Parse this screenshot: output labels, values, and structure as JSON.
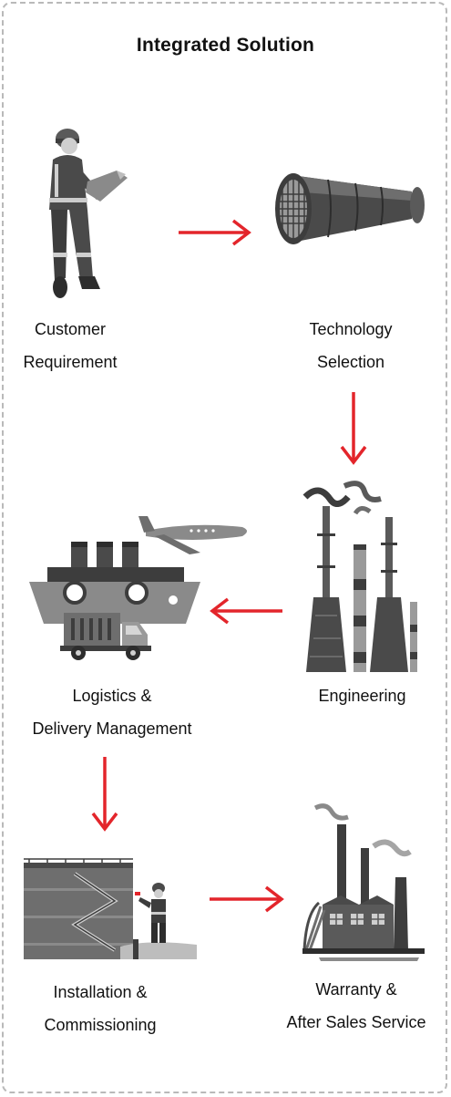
{
  "title": "Integrated Solution",
  "steps": [
    {
      "line1": "Customer",
      "line2": "Requirement",
      "icon": "worker-with-blueprint-icon"
    },
    {
      "line1": "Technology",
      "line2": "Selection",
      "icon": "heat-exchanger-tube-icon"
    },
    {
      "line1": "Engineering",
      "line2": "",
      "icon": "refinery-towers-icon"
    },
    {
      "line1": "Logistics &",
      "line2": "Delivery Management",
      "icon": "ship-plane-truck-icon"
    },
    {
      "line1": "Installation &",
      "line2": "Commissioning",
      "icon": "storage-tank-technician-icon"
    },
    {
      "line1": "Warranty &",
      "line2": "After Sales Service",
      "icon": "factory-icon"
    }
  ],
  "colors": {
    "arrow": "#e3252b",
    "border": "#b9b9b9",
    "dark": "#3d3d3d",
    "mid": "#6e6e6e",
    "light": "#a5a5a5"
  }
}
